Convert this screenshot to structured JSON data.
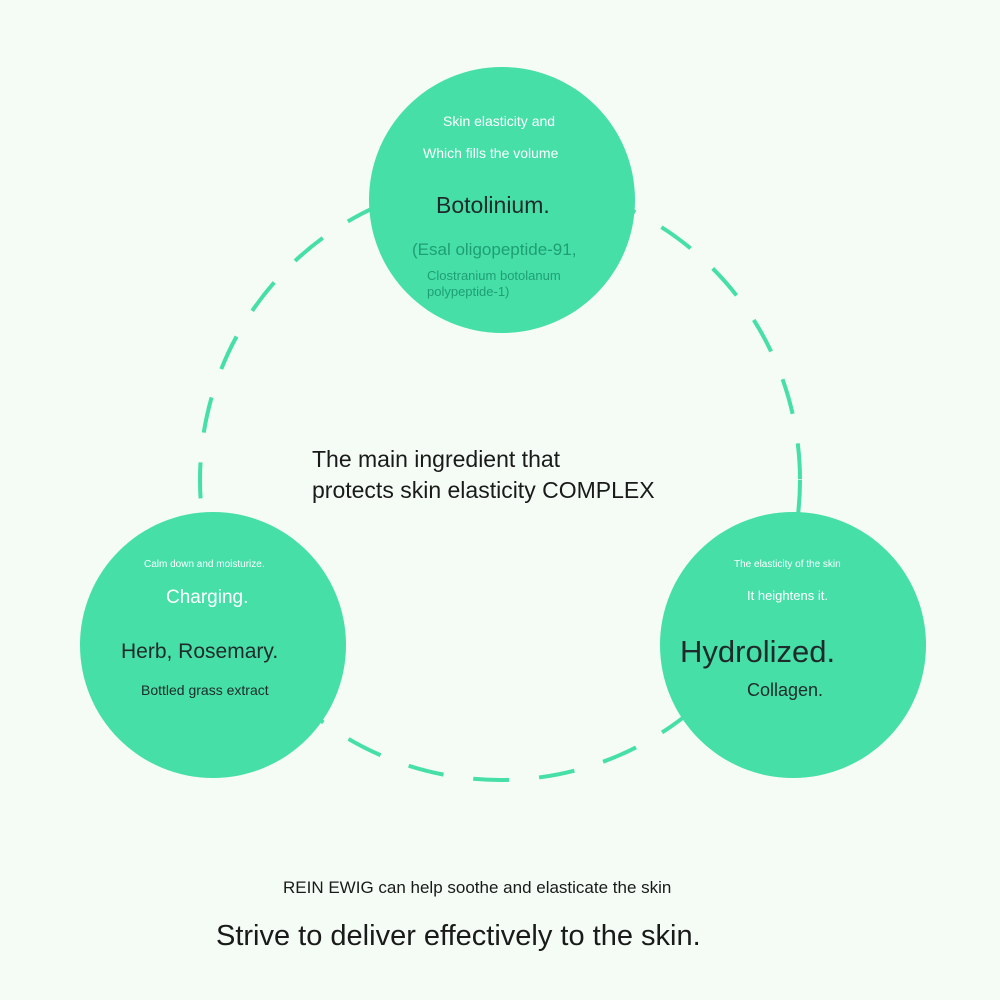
{
  "top_circle": {
    "line1": "Skin elasticity and",
    "line2": "Which fills the volume",
    "title": "Botolinium.",
    "ingredient1": "(Esal oligopeptide-91,",
    "ingredient2": "Clostranium botolanum",
    "ingredient3": "polypeptide-1)"
  },
  "left_circle": {
    "line1": "Calm down and moisturize.",
    "line2": "Charging.",
    "title": "Herb, Rosemary.",
    "subtitle": "Bottled grass extract"
  },
  "right_circle": {
    "line1": "The elasticity of the skin",
    "line2": "It heightens it.",
    "title": "Hydrolized.",
    "subtitle": "Collagen."
  },
  "center": {
    "line1": "The main ingredient that",
    "line2": "protects skin elasticity COMPLEX"
  },
  "footer": {
    "line1": "REIN EWIG can help soothe and elasticate the skin",
    "line2": "Strive to deliver effectively to the skin."
  },
  "colors": {
    "circle_fill": "#46dfa7",
    "dash_stroke": "#46dfa7",
    "background": "#f4fcf5"
  }
}
